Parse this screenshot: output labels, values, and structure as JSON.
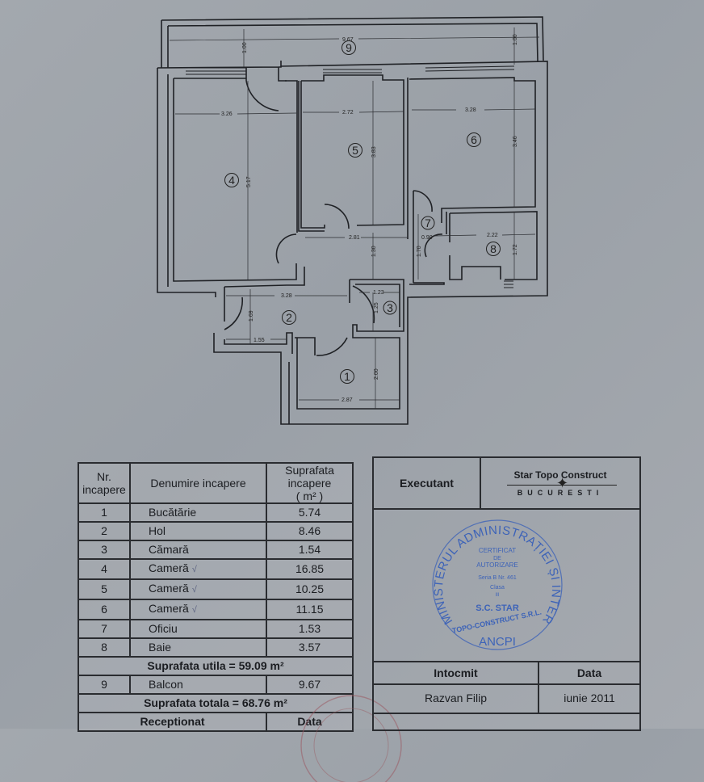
{
  "plan": {
    "balcony": {
      "number": "9",
      "width": "9.67",
      "depth_left": "1.00",
      "depth_right": "1.00"
    },
    "rooms": [
      {
        "number": "4",
        "width": "3.26",
        "length": "5.17"
      },
      {
        "number": "5",
        "width": "2.72",
        "length": "3.83"
      },
      {
        "number": "6",
        "width": "3.28",
        "length": "3.46"
      },
      {
        "number": "7",
        "width": "0.90",
        "length": "1.70"
      },
      {
        "number": "8",
        "width": "2.22",
        "length": "1.72"
      },
      {
        "number": "2",
        "width": "3.28",
        "length": "1.69",
        "width2": "1.55",
        "corridor_width": "2.81",
        "corridor_length": "1.30"
      },
      {
        "number": "3",
        "width": "1.23",
        "length": "1.25"
      },
      {
        "number": "1",
        "width": "2.87",
        "length": "2.00"
      }
    ]
  },
  "table": {
    "headers": {
      "nr": "Nr. incapere",
      "name": "Denumire incapere",
      "area": "Suprafata incapere",
      "area_unit": "( m² )"
    },
    "rows": [
      {
        "nr": "1",
        "name": "Bucătărie",
        "area": "5.74",
        "checked": false
      },
      {
        "nr": "2",
        "name": "Hol",
        "area": "8.46",
        "checked": false
      },
      {
        "nr": "3",
        "name": "Cămară",
        "area": "1.54",
        "checked": false
      },
      {
        "nr": "4",
        "name": "Cameră",
        "area": "16.85",
        "checked": true
      },
      {
        "nr": "5",
        "name": "Cameră",
        "area": "10.25",
        "checked": true
      },
      {
        "nr": "6",
        "name": "Cameră",
        "area": "11.15",
        "checked": true
      },
      {
        "nr": "7",
        "name": "Oficiu",
        "area": "1.53",
        "checked": false
      },
      {
        "nr": "8",
        "name": "Baie",
        "area": "3.57",
        "checked": false
      }
    ],
    "useful_area": "Suprafata utila = 59.09 m²",
    "balcony_row": {
      "nr": "9",
      "name": "Balcon",
      "area": "9.67"
    },
    "total_area": "Suprafata totala = 68.76 m²",
    "received_label": "Receptionat",
    "date_label": "Data"
  },
  "executant": {
    "label": "Executant",
    "company_top": "Star Topo Construct",
    "company_city": "BUCURESTI",
    "stamp": {
      "ring_text": "MINISTERUL ADMINISTRAȚIEI ȘI INTERNELOR",
      "line1": "CERTIFICAT",
      "line2": "DE",
      "line3": "AUTORIZARE",
      "serial": "Seria B Nr. 461",
      "class_label": "Clasa",
      "class_value": "III",
      "company1": "S.C. STAR",
      "company2": "TOPO-CONSTRUCT S.R.L.",
      "agency": "ANCPI"
    },
    "prepared_label": "Intocmit",
    "date_label": "Data",
    "prepared_by": "Razvan Filip",
    "date": "iunie 2011"
  },
  "colors": {
    "paper": "#9ca1a8",
    "ink": "#1b1d21",
    "stamp_blue": "#3d63b8",
    "stamp_red": "#9a5a62"
  }
}
